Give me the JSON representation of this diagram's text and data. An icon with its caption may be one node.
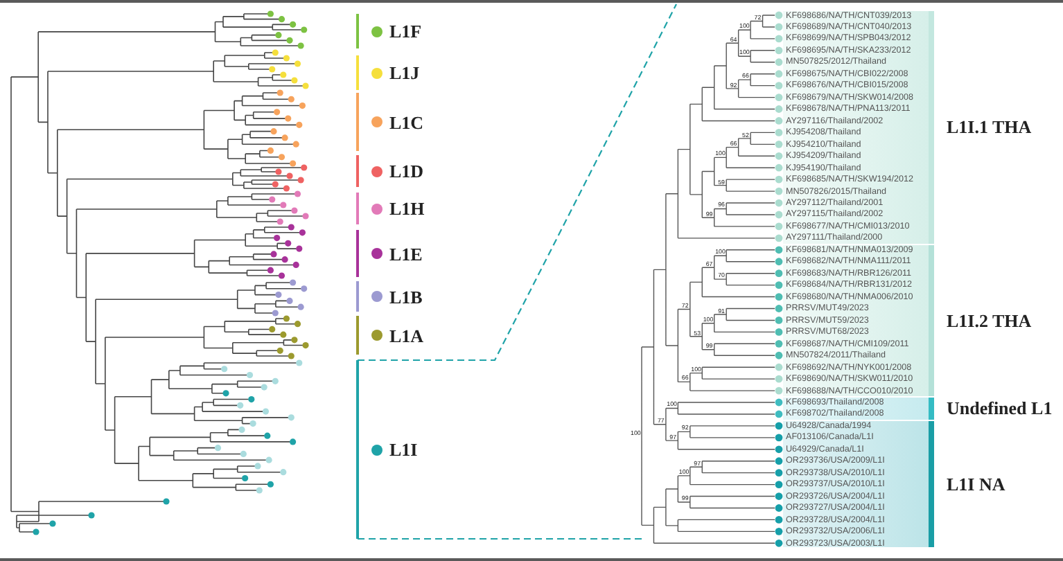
{
  "diagram": {
    "nodes": [
      {
        "text": [
          "L1I.1 THA"
        ]
      },
      {
        "text": [
          "L1I.2 THA"
        ]
      },
      {
        "text": [
          "Undefined L1"
        ]
      },
      {
        "text": [
          "L1I NA"
        ]
      }
    ],
    "labels": [
      "KF698686/NA/TH/CNT039/2013",
      "KF698689/NA/TH/CNT040/2013",
      "KF698699/NA/TH/SPB043/2012",
      "KF698695/NA/TH/SKA233/2012",
      "MN507825/2012/Thailand",
      "KF698675/NA/TH/CBI022/2008",
      "KF698676/NA/TH/CBI015/2008",
      "KF698679/NA/TH/SKW014/2008",
      "KF698678/NA/TH/PNA113/2011",
      "AY297116/Thailand/2002",
      "KJ954208/Thailand",
      "KJ954210/Thailand",
      "KJ954209/Thailand",
      "KJ954190/Thailand",
      "KF698685/NA/TH/SKW194/2012",
      "MN507826/2015/Thailand",
      "AY297112/Thailand/2001",
      "AY297115/Thailand/2002",
      "KF698677/NA/TH/CMI013/2010",
      "AY297111/Thailand/2000",
      "KF698681/NA/TH/NMA013/2009",
      "KF698682/NA/TH/NMA111/2011",
      "KF698683/NA/TH/RBR126/2011",
      "KF698684/NA/TH/RBR131/2012",
      "KF698680/NA/TH/NMA006/2010",
      "PRRSV/MUT49/2023",
      "PRRSV/MUT59/2023",
      "PRRSV/MUT68/2023",
      "KF698687/NA/TH/CMI109/2011",
      "MN507824/2011/Thailand",
      "KF698692/NA/TH/NYK001/2008",
      "KF698690/NA/TH/SKW011/2010",
      "KF698688/NA/TH/CCO010/2010",
      "KF698693/Thailand/2008",
      "KF698702/Thailand/2008",
      "U64928/Canada/1994",
      "AF013106/Canada/L1I",
      "U64929/Canada/L1I",
      "OR293736/USA/2009/L1I",
      "OR293738/USA/2010/L1I",
      "OR293737/USA/2010/L1I",
      "OR293726/USA/2004/L1I",
      "OR293727/USA/2004/L1I",
      "OR293728/USA/2004/L1I",
      "OR293732/USA/2006/L1I",
      "OR293723/USA/2003/L1I",
      "72",
      "100",
      "100",
      "64",
      "66",
      "92",
      "52",
      "66",
      "100",
      "59",
      "96",
      "99",
      "100",
      "67",
      "70",
      "91",
      "100",
      "53",
      "72",
      "99",
      "100",
      "66",
      "100",
      "77",
      "92",
      "97",
      "97",
      "100",
      "100",
      "99"
    ],
    "legend": [
      {
        "text": "L1F",
        "color": "#7dc242"
      },
      {
        "text": "L1J",
        "color": "#f5df3c"
      },
      {
        "text": "L1C",
        "color": "#f7a35c"
      },
      {
        "text": "L1D",
        "color": "#ef6262"
      },
      {
        "text": "L1H",
        "color": "#e27ab8"
      },
      {
        "text": "L1E",
        "color": "#a8329a"
      },
      {
        "text": "L1B",
        "color": "#9c9ad1"
      },
      {
        "text": "L1A",
        "color": "#9c9a2e"
      },
      {
        "text": "L1I",
        "color": "#1fa3a8"
      }
    ]
  }
}
